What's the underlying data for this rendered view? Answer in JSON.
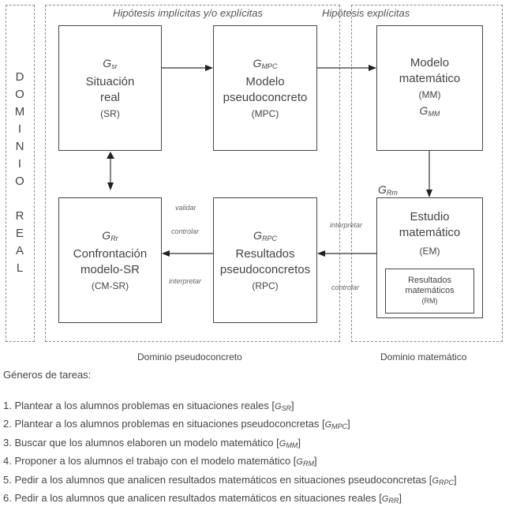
{
  "left_domain": {
    "letters": [
      "D",
      "O",
      "M",
      "I",
      "N",
      "I",
      "O",
      "",
      "R",
      "E",
      "A",
      "L"
    ]
  },
  "hypotheses": {
    "implicit": "Hipótesis implícitas y/o explícitas",
    "explicit": "Hipótesis explícitas"
  },
  "boxes": {
    "sr": {
      "g": "G",
      "g_sub": "sr",
      "lines": [
        "Situación",
        "real"
      ],
      "abbr": "(SR)"
    },
    "mpc": {
      "g": "G",
      "g_sub": "MPC",
      "lines": [
        "Modelo",
        "pseudoconcreto"
      ],
      "abbr": "(MPC)"
    },
    "mm": {
      "lines": [
        "Modelo",
        "matemático"
      ],
      "abbr": "(MM)",
      "g": "G",
      "g_sub": "MM"
    },
    "cm": {
      "g": "G",
      "g_sub": "Rr",
      "lines": [
        "Confrontación",
        "modelo-SR"
      ],
      "abbr": "(CM-SR)"
    },
    "rpc": {
      "g": "G",
      "g_sub": "RPC",
      "lines": [
        "Resultados",
        "pseudoconcretos"
      ],
      "abbr": "(RPC)"
    },
    "em": {
      "g_outer": "G",
      "g_outer_sub": "Rm",
      "lines": [
        "Estudio",
        "matemático"
      ],
      "abbr": "(EM)",
      "inner": {
        "lines": [
          "Resultados",
          "matemáticos"
        ],
        "abbr": "(RM)"
      }
    }
  },
  "edge_labels": {
    "left": [
      "validar",
      "controlar",
      "interpretar"
    ],
    "right_top": "interpretar",
    "right_bottom": "controlar"
  },
  "domains": {
    "pseudo": "Dominio pseudoconcreto",
    "math": "Dominio matemático"
  },
  "tasks": {
    "heading": "Géneros de tareas:",
    "items": [
      {
        "text": "1. Plantear a los alumnos problemas en situaciones reales [",
        "g": "G",
        "sub": "SR",
        "close": "]"
      },
      {
        "text": "2. Plantear a los alumnos problemas en situaciones pseudoconcretas [",
        "g": "G",
        "sub": "MPC",
        "close": "]"
      },
      {
        "text": "3. Buscar que los alumnos elaboren un modelo matemático [",
        "g": "G",
        "sub": "MM",
        "close": "]"
      },
      {
        "text": "4. Proponer a los alumnos el trabajo con el modelo matemático [",
        "g": "G",
        "sub": "RM",
        "close": "]"
      },
      {
        "text": "5. Pedir a los alumnos que analicen resultados matemáticos en situaciones pseudoconcretas [",
        "g": "G",
        "sub": "RPC",
        "close": "]"
      },
      {
        "text": "6. Pedir a los alumnos que analicen resultados matemáticos en situaciones reales [",
        "g": "G",
        "sub": "RR",
        "close": "]"
      }
    ]
  }
}
